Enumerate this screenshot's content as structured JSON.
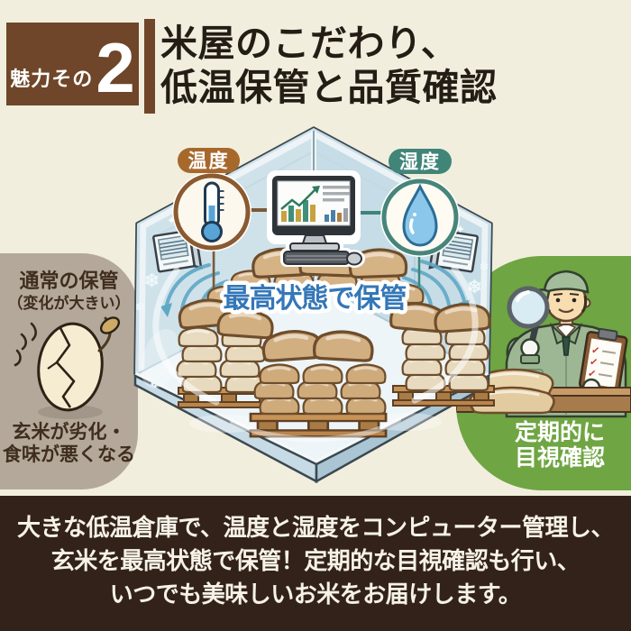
{
  "header": {
    "badge_prefix": "魅力その",
    "badge_number": "2",
    "title_line1": "米屋のこだわり、",
    "title_line2": "低温保管と品質確認"
  },
  "warehouse": {
    "temperature_label": "温度",
    "humidity_label": "湿度",
    "storage_caption": "最高状態で保管"
  },
  "left_panel": {
    "title": "通常の保管",
    "subtitle": "（変化が大きい）",
    "caption_line1": "玄米が劣化・",
    "caption_line2": "食味が悪くなる"
  },
  "right_panel": {
    "caption_line1": "定期的に",
    "caption_line2": "目視確認"
  },
  "footer": {
    "line1": "大きな低温倉庫で、温度と湿度をコンピューター管理し、",
    "line2": "玄米を最高状態で保管！定期的な目視確認も行い、",
    "line3": "いつでも美味しいお米をお届けします。"
  },
  "icons": {
    "snowflake": "❄",
    "sparkle": "✦"
  },
  "colors": {
    "background": "#f1eedd",
    "accent_brown": "#6f4629",
    "title_text": "#241d15",
    "left_panel_bg": "#b3a899",
    "left_panel_text": "#3f2d1f",
    "right_panel_bg": "#6fa542",
    "temperature_badge": "#a7682c",
    "humidity_badge": "#418578",
    "storage_caption_blue": "#3477b8",
    "glass_wall": "#d3e5ec",
    "rice_bag_tan": "#cfab7c",
    "footer_bg": "#33221a",
    "footer_text": "#f6f2e8"
  }
}
